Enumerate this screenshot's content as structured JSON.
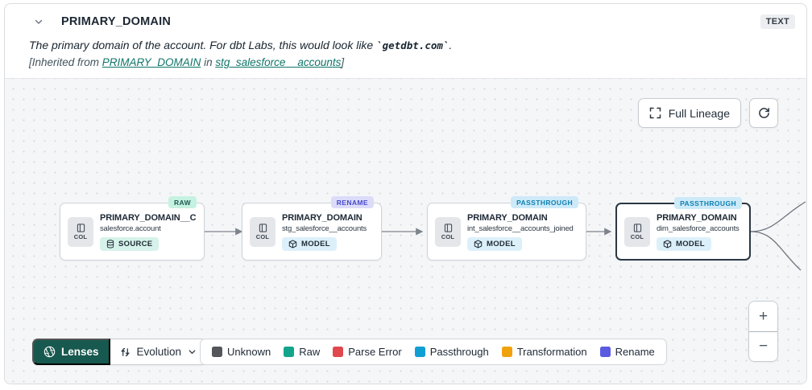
{
  "header": {
    "title": "PRIMARY_DOMAIN",
    "type_badge": "TEXT",
    "description": {
      "prefix": "The primary domain of the account. For dbt Labs, this would look like ",
      "code": "`getdbt.com`",
      "suffix": "."
    },
    "inherited": {
      "prefix": "[Inherited from ",
      "column_link": "PRIMARY_DOMAIN",
      "middle": " in ",
      "model_link": "stg_salesforce__accounts",
      "suffix": "]"
    }
  },
  "toolbar": {
    "full_lineage_label": "Full Lineage"
  },
  "nodes": [
    {
      "badge": "RAW",
      "badge_bg": "#c6f2e1",
      "badge_fg": "#1d5a50",
      "title": "PRIMARY_DOMAIN__C",
      "subtitle": "salesforce.account",
      "col_label": "COL",
      "resource": "SOURCE",
      "resource_bg": "#d6f2ea"
    },
    {
      "badge": "RENAME",
      "badge_bg": "#dcdcfa",
      "badge_fg": "#4649c9",
      "title": "PRIMARY_DOMAIN",
      "subtitle": "stg_salesforce__accounts",
      "col_label": "COL",
      "resource": "MODEL",
      "resource_bg": "#dcf0fa"
    },
    {
      "badge": "PASSTHROUGH",
      "badge_bg": "#cdeaf8",
      "badge_fg": "#0c80b2",
      "title": "PRIMARY_DOMAIN",
      "subtitle": "int_salesforce__accounts_joined",
      "col_label": "COL",
      "resource": "MODEL",
      "resource_bg": "#dcf0fa"
    },
    {
      "badge": "PASSTHROUGH",
      "badge_bg": "#cdeaf8",
      "badge_fg": "#0c80b2",
      "title": "PRIMARY_DOMAIN",
      "subtitle": "dim_salesforce_accounts",
      "col_label": "COL",
      "resource": "MODEL",
      "resource_bg": "#dcf0fa"
    }
  ],
  "footer": {
    "lenses_label": "Lenses",
    "lens_value": "Evolution"
  },
  "legend": {
    "items": [
      {
        "label": "Unknown",
        "color": "#55565c"
      },
      {
        "label": "Raw",
        "color": "#13a58b"
      },
      {
        "label": "Parse Error",
        "color": "#e0484d"
      },
      {
        "label": "Passthrough",
        "color": "#109fd4"
      },
      {
        "label": "Transformation",
        "color": "#efa20c"
      },
      {
        "label": "Rename",
        "color": "#5a5be0"
      }
    ]
  },
  "zoom_controls": {
    "zoom_in": "+",
    "zoom_out": "−"
  },
  "colors": {
    "lenses_bg": "#17594e",
    "link": "#0e7569",
    "canvas_bg": "#f5f6f8",
    "selected_border": "#2b3844"
  }
}
